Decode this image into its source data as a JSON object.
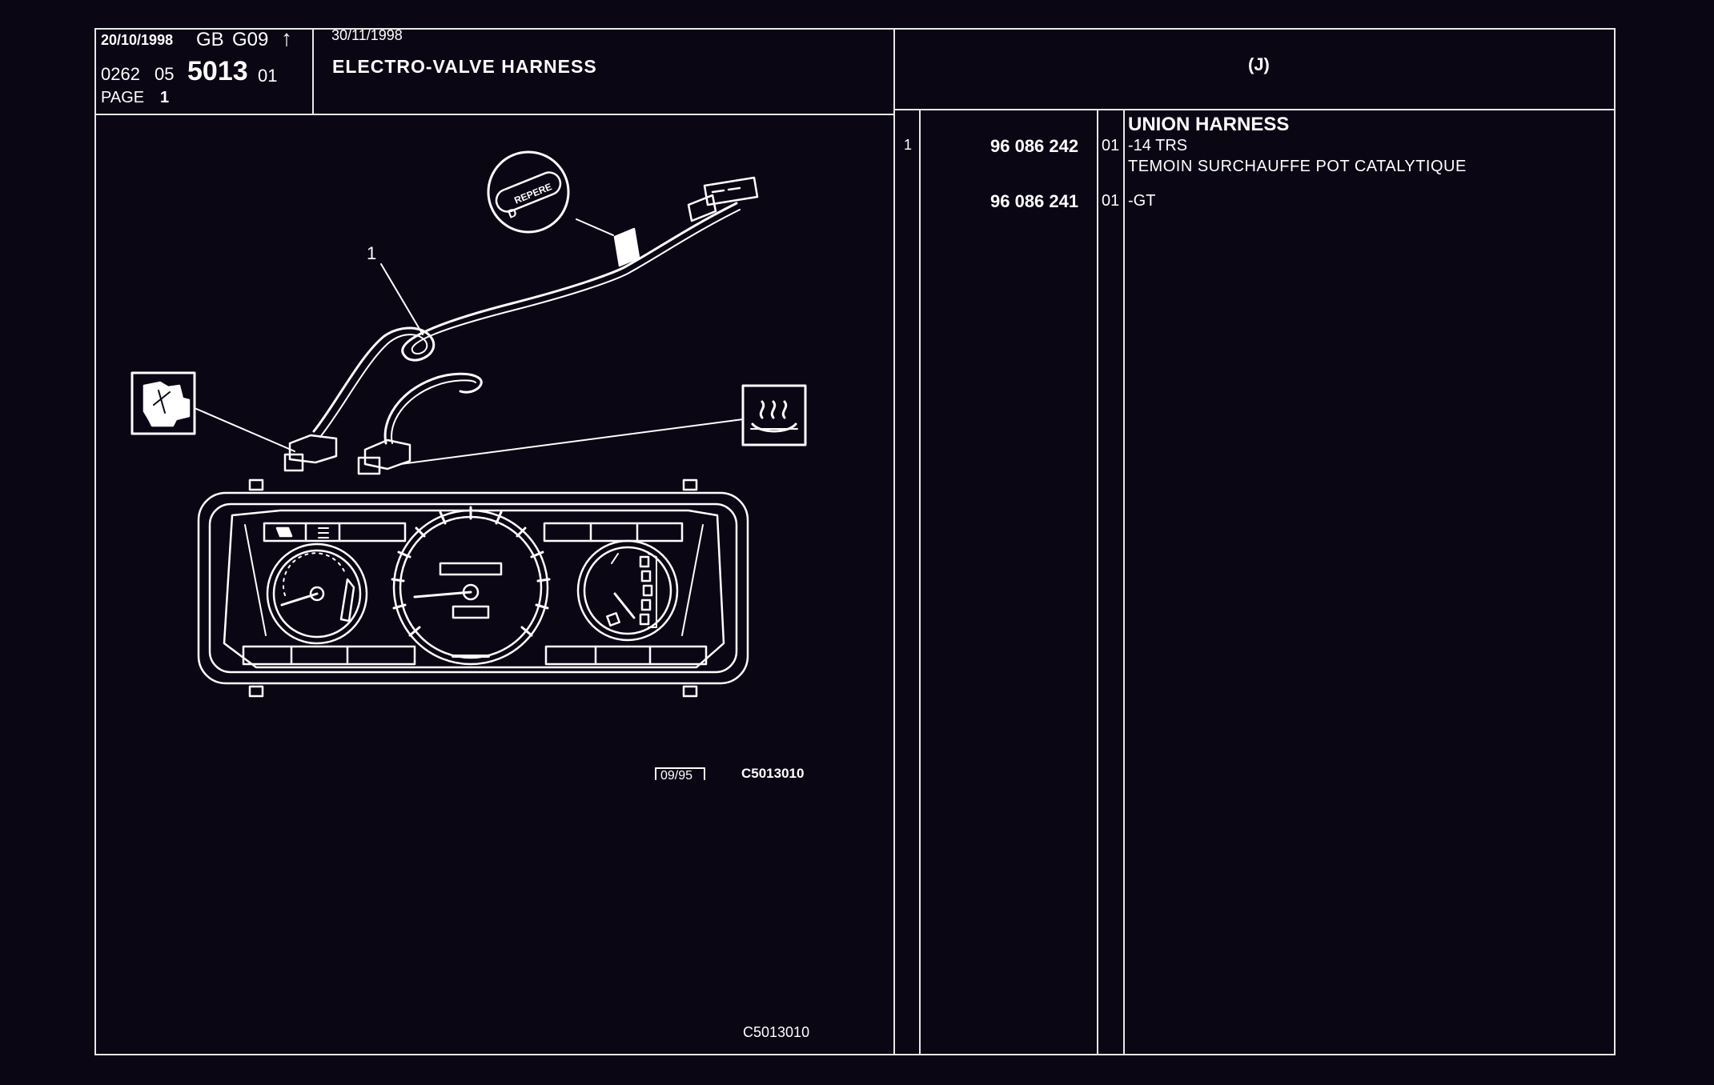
{
  "header": {
    "date_left": "20/10/1998",
    "lang": "GB",
    "group": "G09",
    "arrow_glyph": "↑",
    "ref_a": "0262",
    "ref_b": "05",
    "ref_main": "5013",
    "ref_c": "01",
    "page_label": "PAGE",
    "page_number": "1",
    "date_right": "30/11/1998",
    "title": "ELECTRO-VALVE HARNESS",
    "column_code": "(J)"
  },
  "diagram": {
    "callout_number": "1",
    "tag_text": "REPERE",
    "tag_prefix": "D",
    "date_box": "09/95",
    "figure_code": "C5013010",
    "footer_code": "C5013010",
    "icons": [
      "engine-icon",
      "catalytic-converter-heat-icon"
    ]
  },
  "parts": {
    "group_title": "UNION HARNESS",
    "rows": [
      {
        "item": "1",
        "part_number": "96 086 242",
        "variant": "01",
        "description_lines": [
          "-14 TRS",
          "TEMOIN SURCHAUFFE POT CATALYTIQUE"
        ]
      },
      {
        "item": "",
        "part_number": "96 086 241",
        "variant": "01",
        "description_lines": [
          "-GT"
        ]
      }
    ]
  },
  "colors": {
    "background": "#0a0614",
    "ink": "#ffffff"
  }
}
